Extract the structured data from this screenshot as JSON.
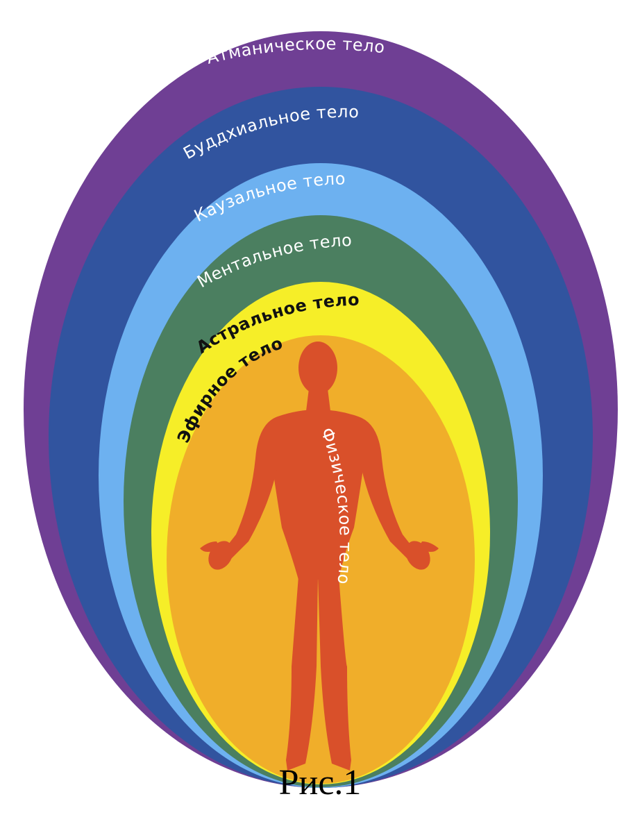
{
  "layers": [
    {
      "label": "Атманическое тело",
      "color": "#6f3f94",
      "text_color": "#ffffff"
    },
    {
      "label": "Буддхиальное тело",
      "color": "#31549f",
      "text_color": "#ffffff"
    },
    {
      "label": "Каузальное тело",
      "color": "#6db1f0",
      "text_color": "#ffffff"
    },
    {
      "label": "Ментальное тело",
      "color": "#4b7f60",
      "text_color": "#ffffff"
    },
    {
      "label": "Астральное тело",
      "color": "#f6ee28",
      "text_color": "#111111"
    },
    {
      "label": "Эфирное тело",
      "color": "#f0ae2a",
      "text_color": "#111111"
    }
  ],
  "figure": {
    "label": "Физическое тело",
    "color": "#d9502a",
    "text_color": "#ffffff"
  },
  "caption": "Рис.1"
}
